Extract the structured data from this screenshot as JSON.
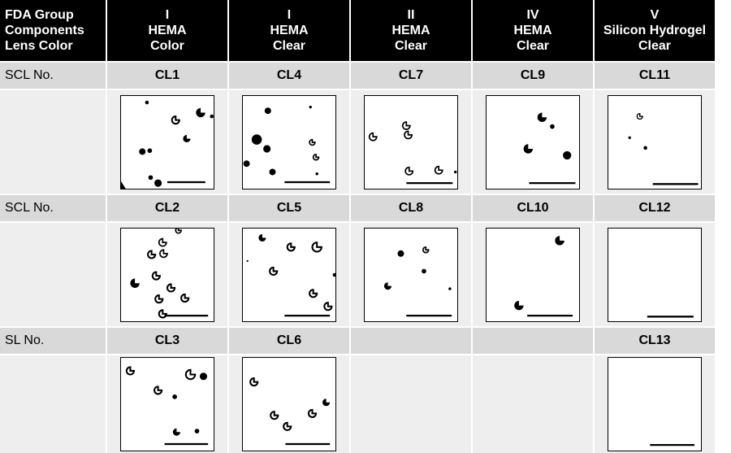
{
  "header": {
    "first_col": [
      "FDA Group",
      "Components",
      "Lens Color"
    ],
    "columns": [
      {
        "group": "I",
        "component": "HEMA",
        "color": "Color"
      },
      {
        "group": "I",
        "component": "HEMA",
        "color": "Clear"
      },
      {
        "group": "II",
        "component": "HEMA",
        "color": "Clear"
      },
      {
        "group": "IV",
        "component": "HEMA",
        "color": "Clear"
      },
      {
        "group": "V",
        "component": "Silicon Hydrogel",
        "color": "Clear"
      }
    ]
  },
  "rows": [
    {
      "label": "SCL No.",
      "cells": [
        "CL1",
        "CL4",
        "CL7",
        "CL9",
        "CL11"
      ]
    },
    {
      "label": "SCL No.",
      "cells": [
        "CL2",
        "CL5",
        "CL8",
        "CL10",
        "CL12"
      ]
    },
    {
      "label": "SL No.",
      "cells": [
        "CL3",
        "CL6",
        "",
        "",
        "CL13"
      ]
    }
  ],
  "colors": {
    "header_bg": "#000000",
    "header_text": "#ffffff",
    "label_row_bg": "#d9d9d9",
    "image_row_bg": "#eeeeee"
  }
}
